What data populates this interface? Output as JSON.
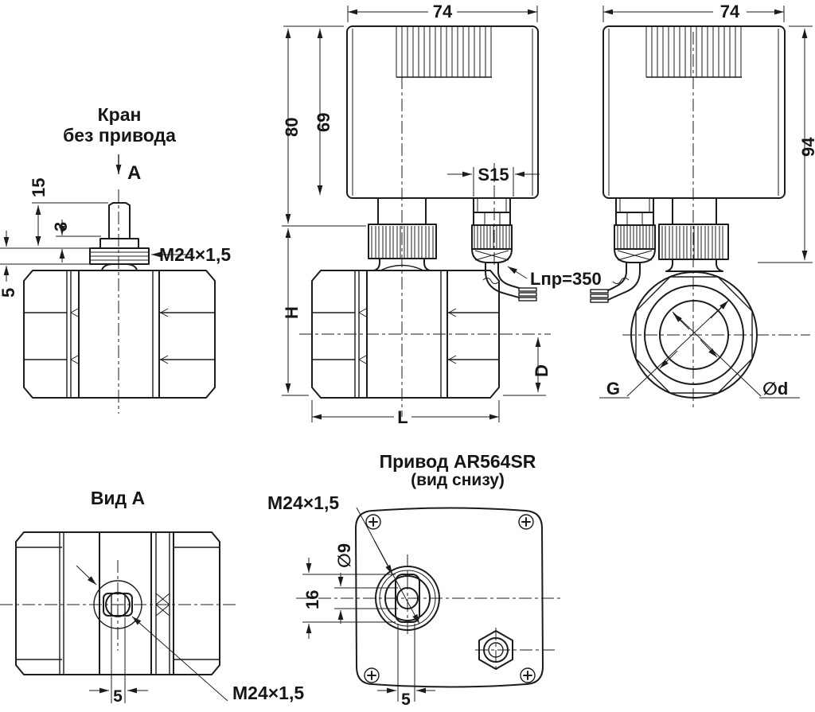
{
  "drawing": {
    "views": {
      "valve_side": {
        "title1": "Кран",
        "title2": "без привода",
        "arrow_label": "A",
        "dim_stem": "15",
        "dim_collar": "3",
        "dim_nut": "5",
        "thread": "M24×1,5"
      },
      "front": {
        "dim_width": "74",
        "dim_h80": "80",
        "dim_h69": "69",
        "gland_hex": "S15",
        "cable": "Lпр=350",
        "dim_H": "H",
        "dim_L": "L",
        "dim_D": "D"
      },
      "side": {
        "dim_width": "74",
        "dim_height": "94",
        "thread_g": "G",
        "bore_d": "∅d"
      },
      "view_a": {
        "title": "Вид А",
        "dim_flat": "5",
        "thread": "M24×1,5"
      },
      "bottom": {
        "title": "Привод AR564SR",
        "subtitle": "(вид снизу)",
        "thread": "M24×1,5",
        "dim_shaft": "∅9",
        "dim_socket": "16",
        "dim_flat": "5"
      }
    },
    "colors": {
      "line": "#1c1c1c",
      "background": "#ffffff"
    }
  }
}
